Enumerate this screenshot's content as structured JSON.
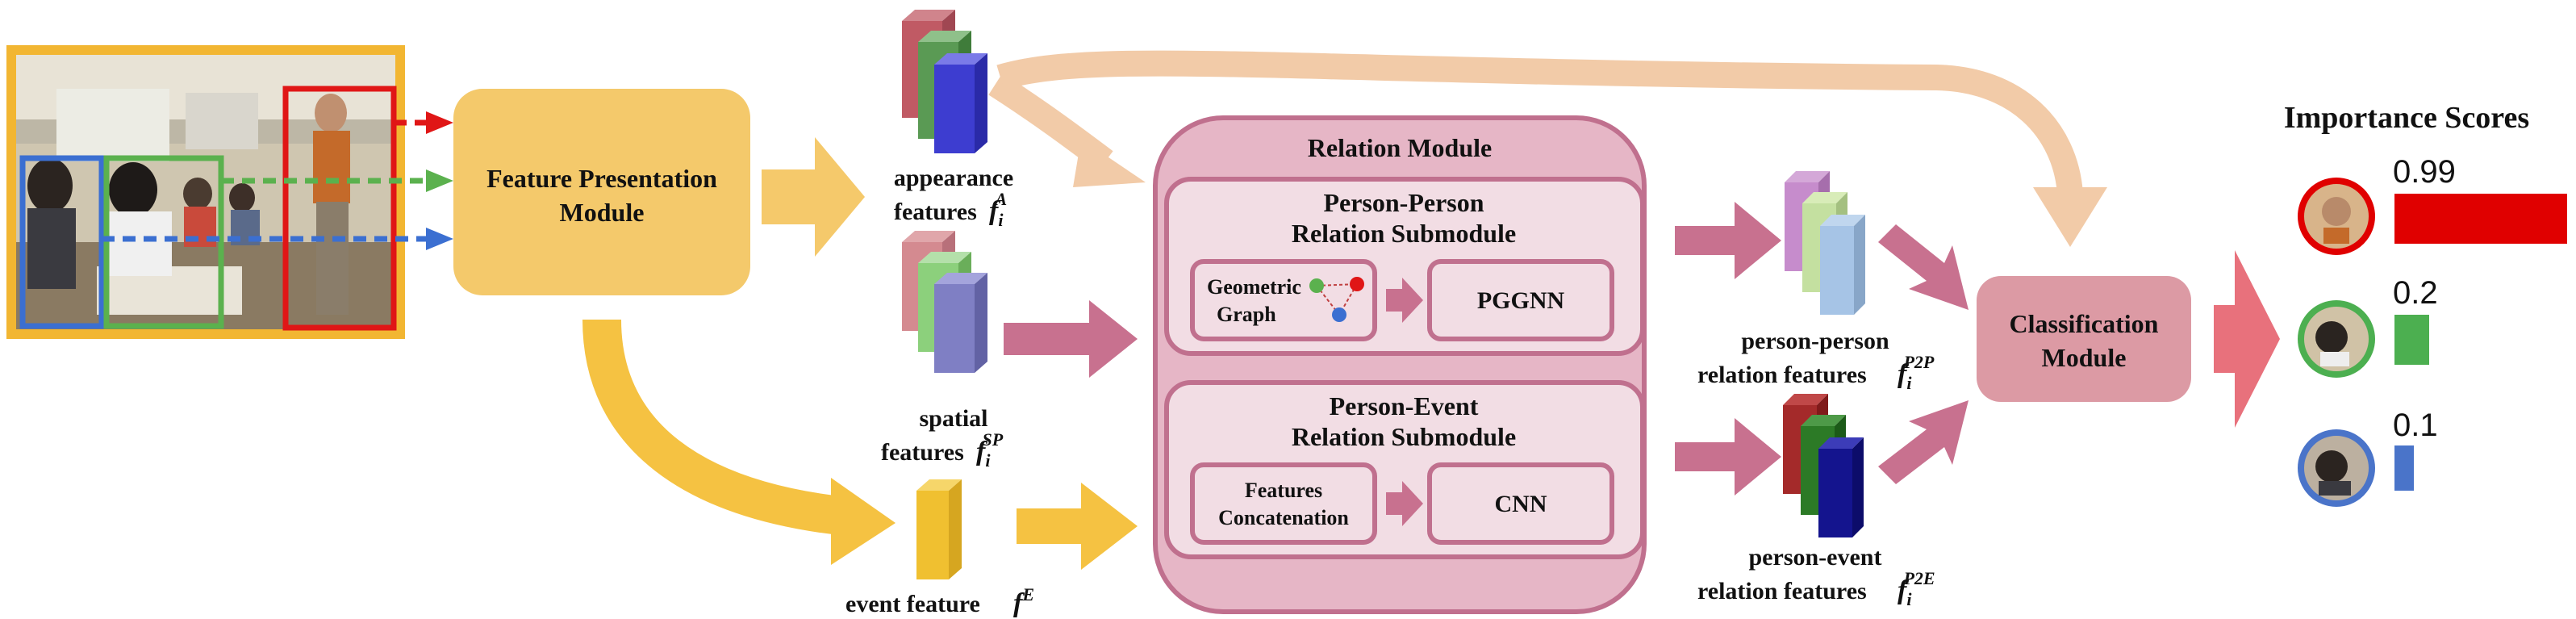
{
  "modules": {
    "feature_presentation": [
      "Feature Presentation",
      "Module"
    ],
    "relation": "Relation Module",
    "p2p_title": [
      "Person-Person",
      "Relation Submodule"
    ],
    "geometric_graph": [
      "Geometric",
      "Graph"
    ],
    "pggnn": "PGGNN",
    "p2e_title": [
      "Person-Event",
      "Relation Submodule"
    ],
    "features_concat": [
      "Features",
      "Concatenation"
    ],
    "cnn": "CNN",
    "classification": [
      "Classification",
      "Module"
    ]
  },
  "features": {
    "appearance": [
      "appearance",
      "features"
    ],
    "appearance_sym": {
      "base": "f",
      "sub": "i",
      "sup": "A"
    },
    "spatial": [
      "spatial",
      "features"
    ],
    "spatial_sym": {
      "base": "f",
      "sub": "i",
      "sup": "SP"
    },
    "event": "event feature",
    "event_sym": {
      "base": "f",
      "sup": "E"
    },
    "p2p": [
      "person-person",
      "relation features"
    ],
    "p2p_sym": {
      "base": "f",
      "sub": "i",
      "sup": "P2P"
    },
    "p2e": [
      "person-event",
      "relation features"
    ],
    "p2e_sym": {
      "base": "f",
      "sub": "i",
      "sup": "P2E"
    }
  },
  "importance": {
    "title": "Importance Scores",
    "scores": [
      {
        "label": "0.99",
        "value": 0.99,
        "color": "#e00000"
      },
      {
        "label": "0.2",
        "value": 0.2,
        "color": "#4caf50"
      },
      {
        "label": "0.1",
        "value": 0.1,
        "color": "#4a74c9"
      }
    ]
  },
  "colors": {
    "yellow_box": "#f4c96b",
    "yellow_arrow": "#f5c242",
    "pink_arrow": "#c8718f",
    "peach_arrow": "#f2cba8",
    "relation_fill": "#e6b6c6",
    "relation_border": "#c0708e",
    "classification_fill": "#dc9aa4"
  }
}
